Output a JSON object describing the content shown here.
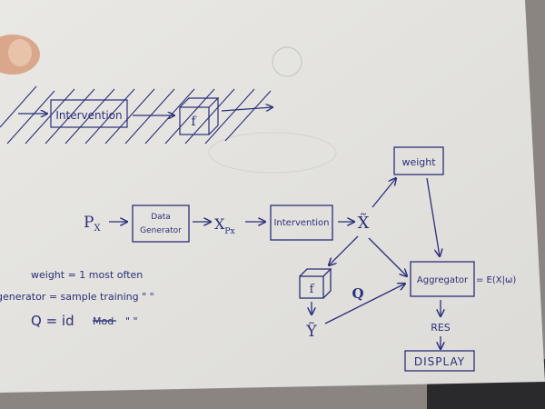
{
  "colors": {
    "ink": "#2b2f7a",
    "paper": "#ecebe7",
    "background": "#8a8580",
    "thumb": "#d9a88c"
  },
  "top_sketch": {
    "intervention_label": "Intervention",
    "f_label": "f"
  },
  "diagram": {
    "px_label": "P",
    "px_sub": "X",
    "data_generator_line1": "Data",
    "data_generator_line2": "Generator",
    "x_label": "X",
    "x_sub": "Px",
    "intervention_label": "Intervention",
    "x_tilde_label": "X̃",
    "weight_label": "weight",
    "f_label": "f",
    "y_tilde_label": "Ỹ",
    "q_label": "Q",
    "aggregator_label": "Aggregator",
    "aggregator_formula": "= E(X|ω)",
    "res_label": "RES",
    "display_label": "DISPLAY"
  },
  "notes": {
    "weight_line": "weight = 1 most often",
    "generator_line": "generator = sample training \" \"",
    "q_line_main": "Q  = id",
    "q_line_struck": "Mod",
    "q_line_ditto": "\"   \""
  }
}
